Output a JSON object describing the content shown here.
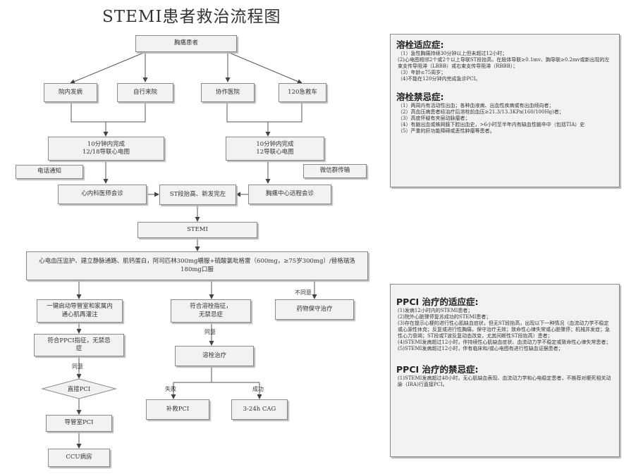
{
  "title": "STEMI患者救治流程图",
  "flow": {
    "chest_pain": "胸痛患者",
    "in_hospital": "院内发病",
    "self_visit": "自行来院",
    "partner_hospital": "协作医院",
    "ambulance_120": "120急救车",
    "ecg_left": "10分钟内完成\n12/18导联心电图",
    "ecg_right": "10分钟内完成\n12导联心电图",
    "phone_notice": "电话通知",
    "wechat_group": "微信群传输",
    "cardio_consult": "心内科医师会诊",
    "st_elevation": "ST段抬高、新发完左",
    "remote_consult": "胸痛中心远程会诊",
    "stemi": "STEMI",
    "initial_treatment": "心电血压监护、建立静脉通路、肌钙蛋白，阿司匹林300mg嚼服+硫酸氯吡格雷（600mg，≥75岁300mg）/替格瑞洛180mg口服",
    "activate_cath": "一键启动导管室和家属内\n通心肌再灌注",
    "fits_thrombolysis": "符合溶栓指征，\n无禁忌症",
    "drug_conservative": "药物保守治疗",
    "fits_ppci": "符合PPCI指征，无禁忌\n症",
    "thrombolysis": "溶栓治疗",
    "direct_pci": "直接PCI",
    "rescue_pci": "补救PCI",
    "cag": "3-24h CAG",
    "cath_pci": "导管室PCI",
    "ccu": "CCU病房",
    "lbl_agree_1": "同意",
    "lbl_agree_2": "同意",
    "lbl_disagree": "不同意",
    "lbl_fail": "失败",
    "lbl_success": "成功"
  },
  "panels": {
    "thrombolysis_ind": {
      "title": "溶栓适应症:",
      "items": [
        "（1）急性胸痛持续30分钟以上但未超过12小时；",
        "(2)心电图相邻2个或2个以上导联ST段抬高，在肢体导联≥0.1mv、胸导联≥0.2mv或新出现的左束支传导阻滞（LBBB）或右束支传导阻滞（RBBB）；",
        "（3）年龄≤75周岁；",
        "（4)不能在120分钟内完成急诊PCI。"
      ]
    },
    "thrombolysis_contra": {
      "title": "溶栓禁忌症:",
      "items": [
        "（1）两周内有活动性出血；各种血液病、出血性疾病或有出血倾向者；",
        "（2）高血压病患者经治疗后溶栓前血压≥21.3/13.3KPa(160/100Hg)者；",
        "（3）高度怀疑有夹层动脉瘤者；",
        "（4）有脑出血或蛛网膜下腔出血史，>6小时至半年内有缺血性脑卒中（包括TIA）史",
        "（5）严重的肝功能障碍或恶性肿瘤等患者。"
      ]
    },
    "ppci_ind": {
      "title": "PPCI 治疗的适应症:",
      "items": [
        "(1)发病12小时内的STEMI患者；",
        "(2)院外心脏骤停复苏成功的STEMI患者；",
        "(3)存在提示心梗的进行性心肌缺血症状，但无ST段抬高，出现以下一种情况（血流动力学不稳定或心源性休克；反复或进行性胸痛，保守治疗无效；致命性心律失常或心脏骤停；机械并发症；急性心力衰竭；ST段或T波反复动态改变，尤其间断性ST段抬高）患者；",
        "(4)STEMI发病超过12小时，伴持续性心肌缺血症状、血流动力学不稳定或致命性心律失常患者；",
        "(5)STEMI发病超过12小时，伴有临床和/或心电图有进行性缺血证据患者；"
      ]
    },
    "ppci_contra": {
      "title": "PPCI 治疗的禁忌症:",
      "items": [
        "(1)STEMI发病超过48小时，无心肌缺血表现、血流动力学和心电稳定患者，不推荐对梗死相关动脉（IRA)行直接PCI。"
      ]
    }
  }
}
